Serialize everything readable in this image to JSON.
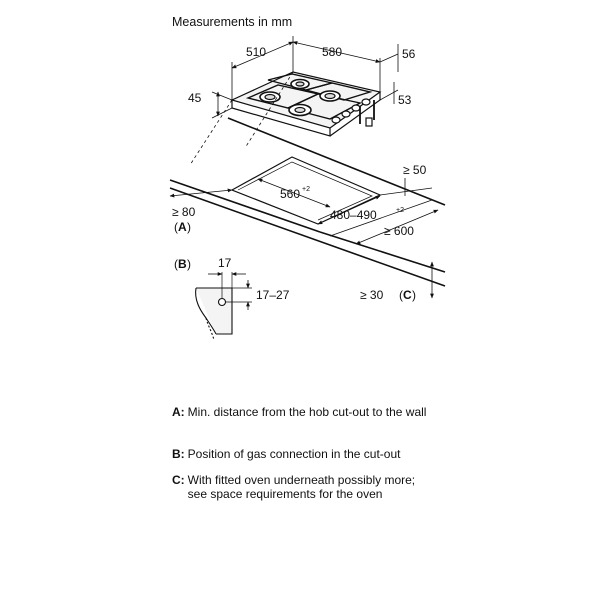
{
  "title": "Measurements in mm",
  "dimensions": {
    "hob_depth": "510",
    "hob_width": "580",
    "hob_back_offset": "56",
    "hob_height": "45",
    "hob_edge_height": "53",
    "cutout_width": "560",
    "cutout_width_tol": "+2",
    "cutout_depth": "480–490",
    "cutout_depth_tol": "+2",
    "min_back_distance": "≥ 50",
    "min_wall_distance": "≥ 80",
    "min_wall_ref": "A",
    "min_worktop_depth": "≥ 600",
    "min_gap_below": "≥ 30",
    "min_gap_ref": "C",
    "gas_offset": "17",
    "gas_height": "17–27",
    "detail_ref": "B"
  },
  "legend": [
    {
      "key": "A:",
      "text": "Min. distance from the hob cut-out to the wall"
    },
    {
      "key": "B:",
      "text": "Position of gas connection in the cut-out"
    },
    {
      "key": "C:",
      "text": "With fitted oven underneath possibly more; see space requirements for the oven"
    }
  ]
}
